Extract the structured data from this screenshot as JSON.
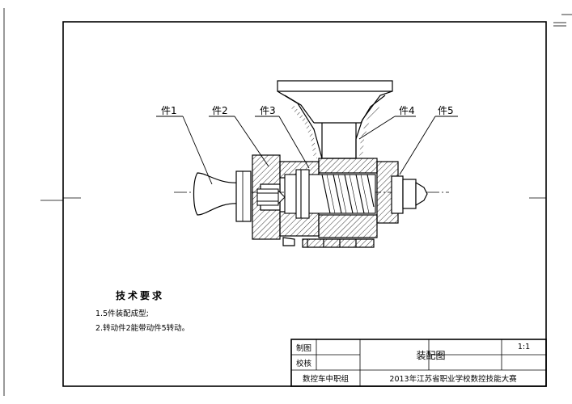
{
  "parts": {
    "p1": "件1",
    "p2": "件2",
    "p3": "件3",
    "p4": "件4",
    "p5": "件5"
  },
  "tech": {
    "title": "技术要求",
    "items": [
      "1.5件装配成型;",
      "2.转动件2能带动件5转动。"
    ]
  },
  "title_block": {
    "made_by": "制图",
    "checked_by": "校核",
    "drawing_name": "装配图",
    "scale": "1:1",
    "group": "数控车中职组",
    "competition": "2013年江苏省职业学校数控技能大赛"
  }
}
